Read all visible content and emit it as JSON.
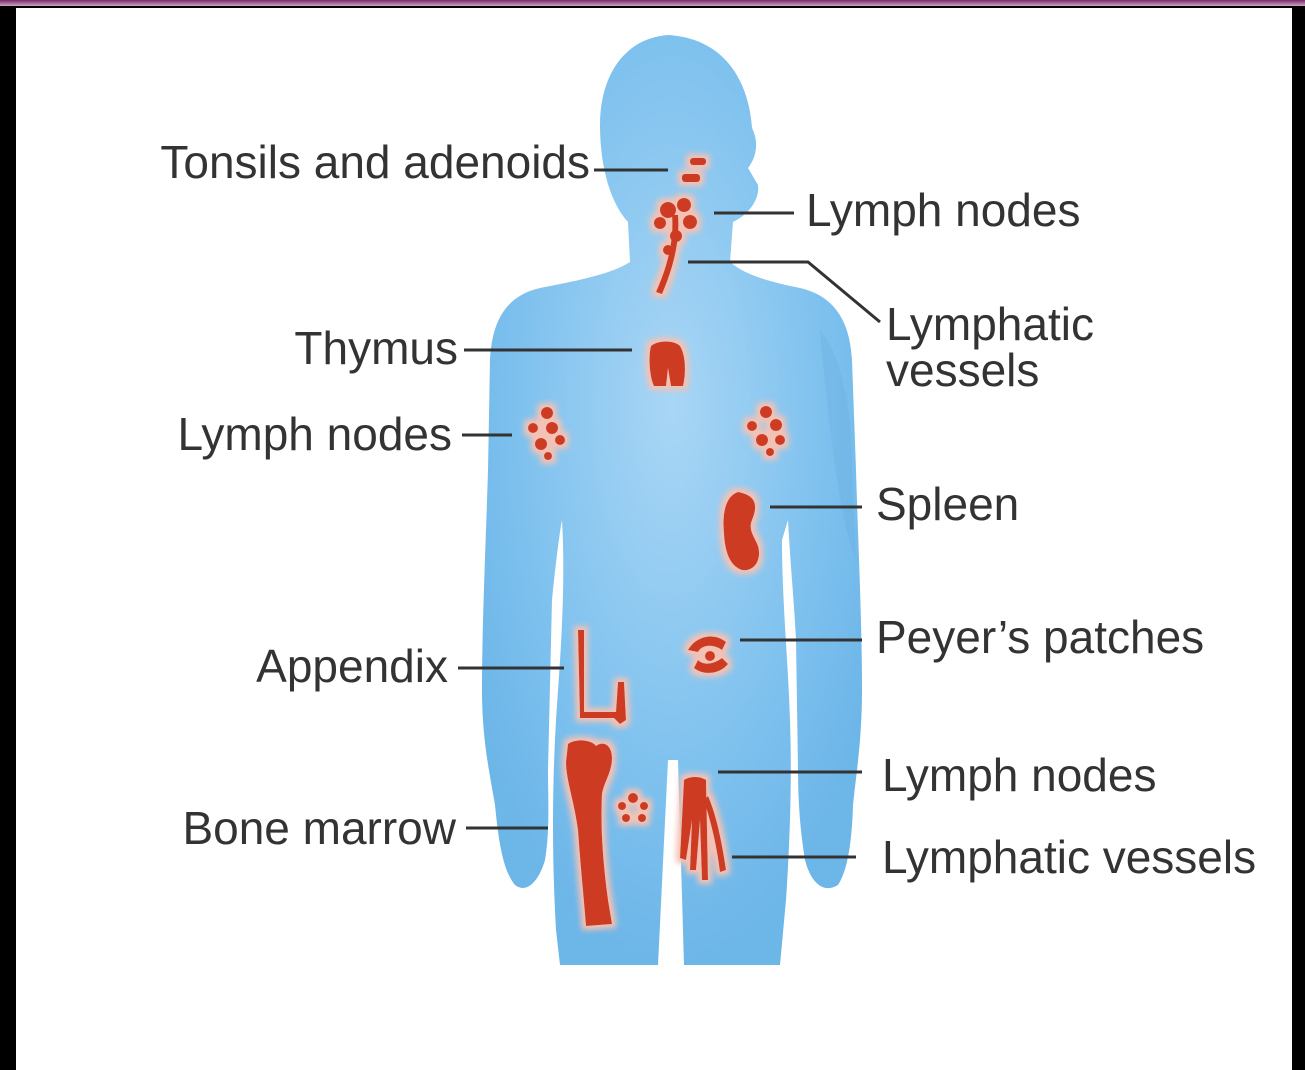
{
  "colors": {
    "body": "#7cc0ee",
    "body_highlight": "#a9d6f5",
    "organ": "#cc3a23",
    "organ_glow": "#f4c2b4",
    "leader": "#333333",
    "label": "#333333",
    "frame": "#000000",
    "top_rule": "#7a2a6a"
  },
  "labels": {
    "tonsils": "Tonsils and adenoids",
    "lymph_nodes_neck": "Lymph nodes",
    "lymphatic_vessels_neck_line1": "Lymphatic",
    "lymphatic_vessels_neck_line2": "vessels",
    "thymus": "Thymus",
    "lymph_nodes_armpit": "Lymph nodes",
    "spleen": "Spleen",
    "peyers_patches": "Peyer’s patches",
    "appendix": "Appendix",
    "lymph_nodes_groin": "Lymph nodes",
    "bone_marrow": "Bone marrow",
    "lymphatic_vessels_groin": "Lymphatic vessels"
  }
}
